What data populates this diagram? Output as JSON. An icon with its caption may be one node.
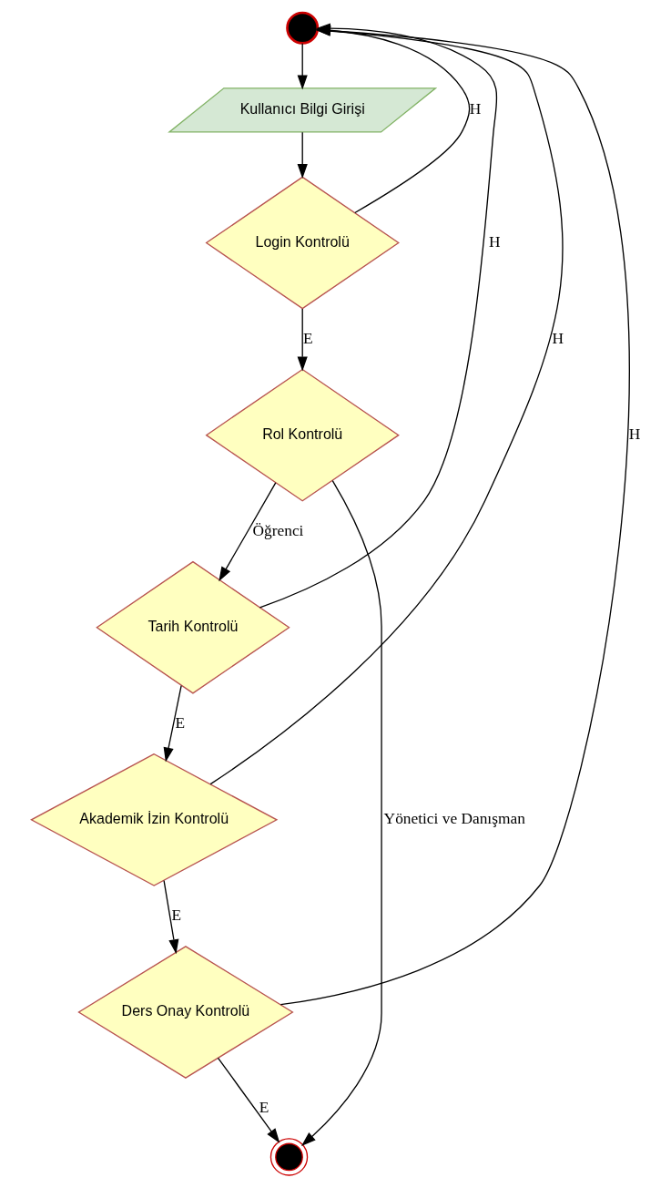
{
  "diagram": {
    "nodes": [
      {
        "text": [],
        "shape": "circle"
      },
      {
        "text": [
          "Kullanıcı Bilgi Girişi"
        ]
      },
      {
        "text": [
          "Login Kontrolü"
        ]
      },
      {
        "text": [
          "Rol Kontrolü"
        ]
      },
      {
        "text": [
          "Tarih Kontrolü"
        ]
      },
      {
        "text": [
          "Akademik İzin Kontrolü"
        ]
      },
      {
        "text": [
          "Ders Onay Kontrolü"
        ]
      },
      {
        "text": [],
        "shape": "circle"
      }
    ],
    "edges": [
      {
        "from": 0,
        "to": 1,
        "arrow": "to"
      },
      {
        "from": 1,
        "to": 2,
        "arrow": "to"
      },
      {
        "from": 2,
        "to": 0,
        "arrow": "to",
        "label": "H"
      },
      {
        "from": 2,
        "to": 3,
        "arrow": "to",
        "label": "E"
      },
      {
        "from": 3,
        "to": 4,
        "arrow": "to",
        "label": "Öğrenci"
      },
      {
        "from": 3,
        "to": 7,
        "arrow": "to",
        "label": "Yönetici ve Danışman"
      },
      {
        "from": 4,
        "to": 0,
        "arrow": "to",
        "label": "H"
      },
      {
        "from": 4,
        "to": 5,
        "arrow": "to",
        "label": "E"
      },
      {
        "from": 5,
        "to": 0,
        "arrow": "to",
        "label": "H"
      },
      {
        "from": 5,
        "to": 6,
        "arrow": "to",
        "label": "E"
      },
      {
        "from": 6,
        "to": 0,
        "arrow": "to",
        "label": "H"
      },
      {
        "from": 6,
        "to": 7,
        "arrow": "to",
        "label": "E"
      }
    ]
  }
}
